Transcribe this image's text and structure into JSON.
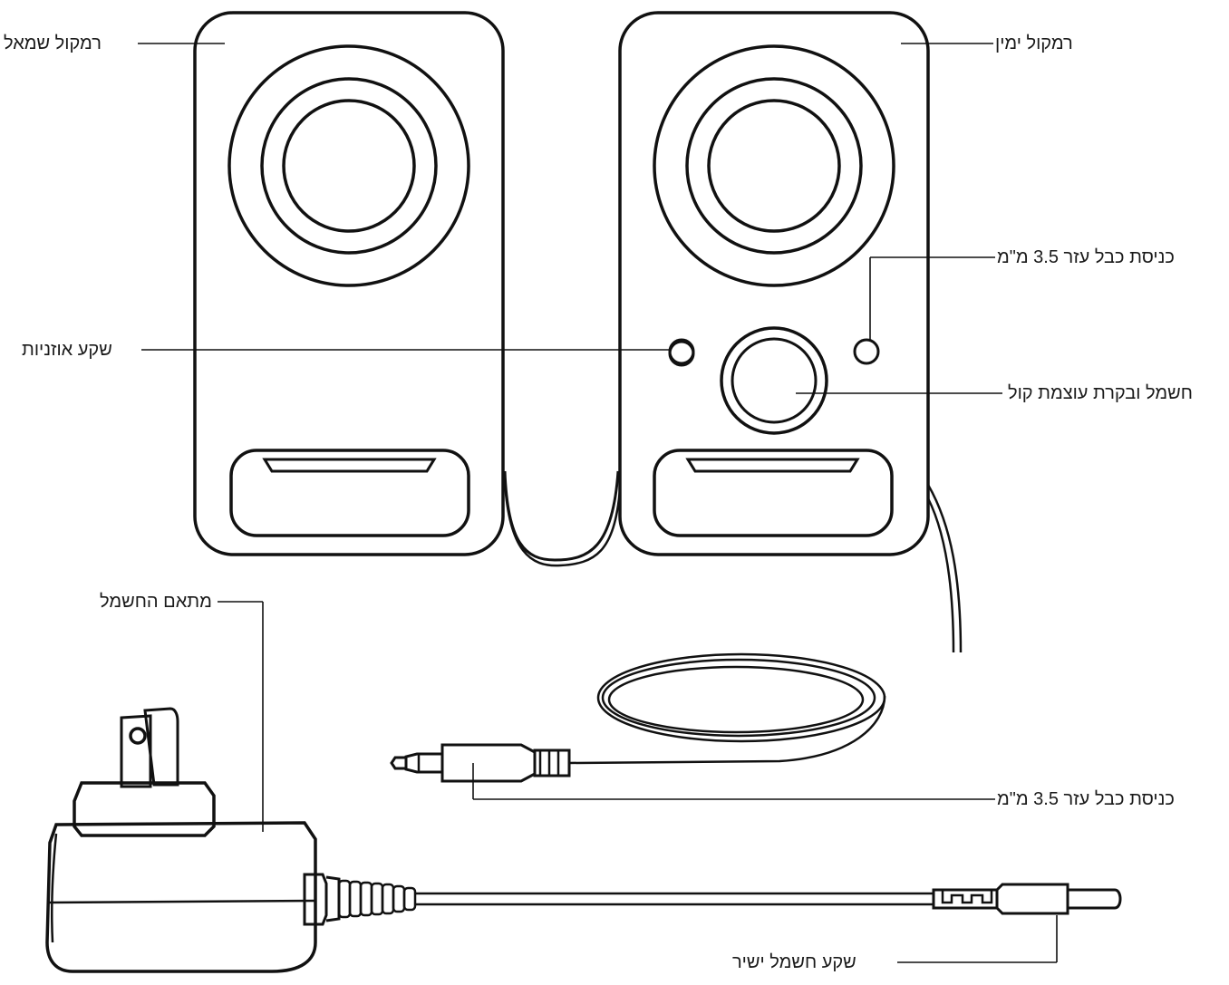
{
  "labels": {
    "left_speaker": "רמקול שמאל",
    "right_speaker": "רמקול ימין",
    "aux_input": "כניסת כבל עזר 3.5  מ\"מ",
    "headphone_jack": "שקע אוזניות",
    "power_volume": "חשמל ובקרת עוצמת קול",
    "power_adapter": "מתאם החשמל",
    "aux_cable": "כניסת כבל עזר 3.5 מ\"מ",
    "dc_jack": "שקע חשמל ישיר"
  }
}
